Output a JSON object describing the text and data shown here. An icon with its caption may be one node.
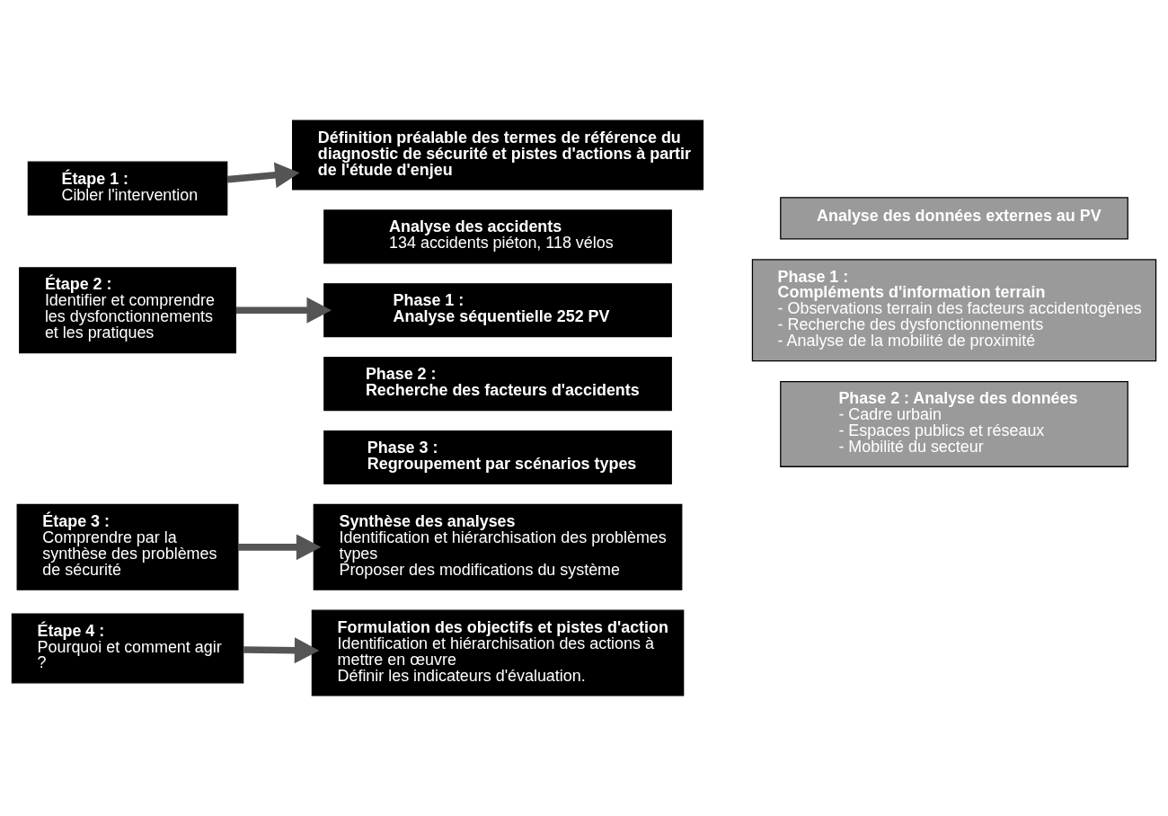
{
  "diagram": {
    "nodes": [
      {
        "text": [
          "Étape 1 :",
          "Cibler l'intervention"
        ]
      },
      {
        "text": [
          "Définition préalable des termes de référence du diagnostic de sécurité et pistes d'actions à partir de l'étude d'enjeu"
        ]
      },
      {
        "text": [
          "Étape 2 :",
          "Identifier et comprendre les dysfonctionnements et les pratiques"
        ]
      },
      {
        "text": [
          "Analyse des accidents",
          "134 accidents piéton, 118 vélos"
        ]
      },
      {
        "text": [
          "Analyse des données externes au PV"
        ]
      },
      {
        "text": [
          "Phase 1 :",
          "Analyse séquentielle 252 PV"
        ]
      },
      {
        "text": [
          "Phase 1 :",
          "Compléments d'information terrain",
          "- Observations terrain des facteurs accidentogènes",
          "- Recherche des dysfonctionnements",
          "- Analyse de la mobilité de proximité"
        ]
      },
      {
        "text": [
          "Phase 2 :",
          "Recherche des facteurs d'accidents"
        ]
      },
      {
        "text": [
          "Phase 2 : Analyse des données",
          "- Cadre urbain",
          "- Espaces publics et réseaux",
          "- Mobilité du secteur"
        ]
      },
      {
        "text": [
          "Phase 3 :",
          "Regroupement par scénarios types"
        ]
      },
      {
        "text": [
          "Étape 3 :",
          "Comprendre par la synthèse des problèmes de sécurité"
        ]
      },
      {
        "text": [
          "Synthèse des analyses",
          "Identification et hiérarchisation des problèmes types",
          "Proposer des modifications du système"
        ]
      },
      {
        "text": [
          "Étape 4 :",
          "Pourquoi et comment agir ?"
        ]
      },
      {
        "text": [
          "Formulation des objectifs et pistes d'action",
          "Identification et hiérarchisation des actions à mettre en œuvre",
          "Définir les indicateurs d'évaluation."
        ]
      }
    ],
    "edges": [
      {
        "from": 0,
        "to": 1,
        "arrow": "to"
      },
      {
        "from": 2,
        "to": 5,
        "arrow": "to"
      },
      {
        "from": 10,
        "to": 11,
        "arrow": "to"
      },
      {
        "from": 12,
        "to": 13,
        "arrow": "to"
      }
    ]
  }
}
